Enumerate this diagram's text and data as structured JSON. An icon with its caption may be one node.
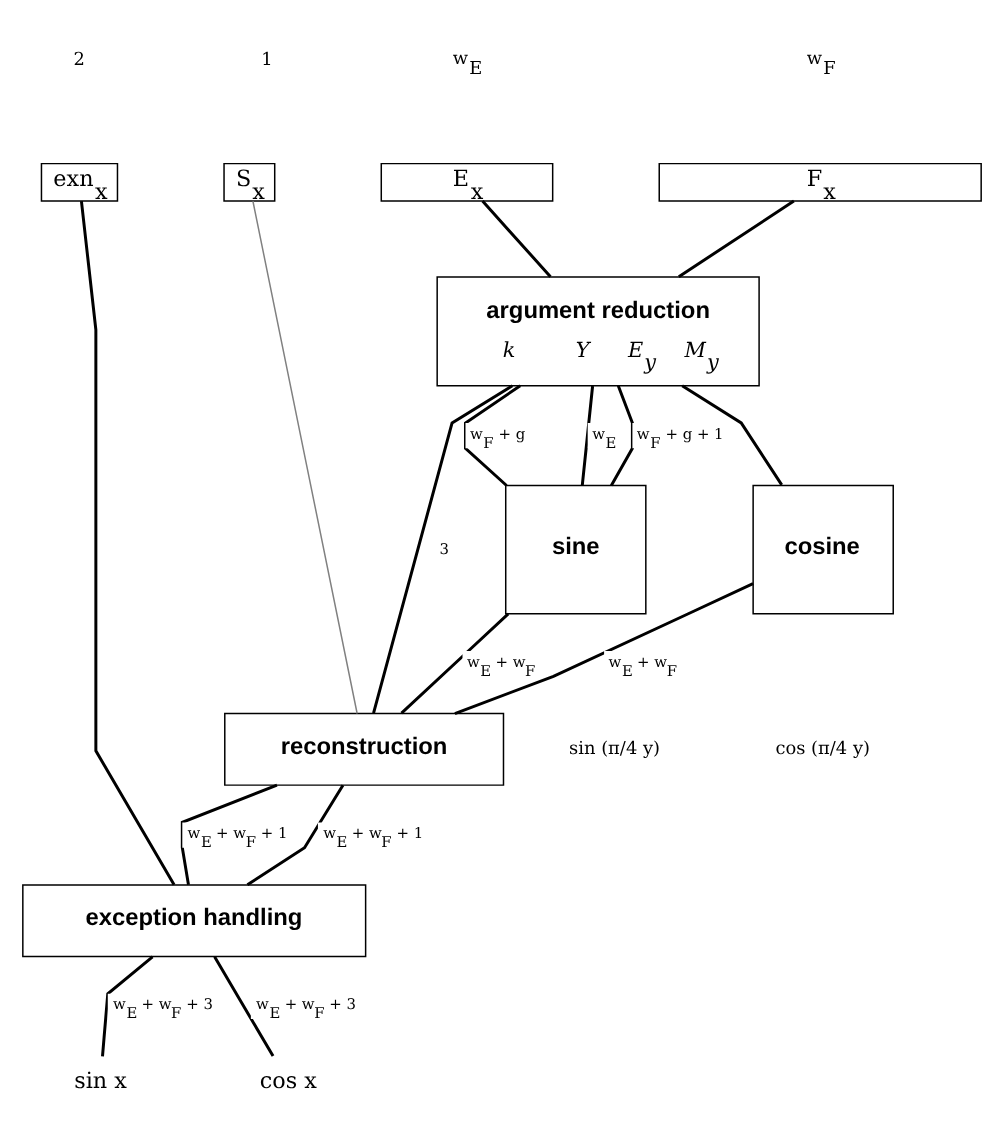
{
  "diagram": {
    "nodes": [
      {
        "text": [
          "exn$_{x}$"
        ]
      },
      {
        "text": [
          "S$_{x}$"
        ]
      },
      {
        "text": [
          "E$_{x}$"
        ]
      },
      {
        "text": [
          "F$_{x}$"
        ]
      },
      {
        "text": [
          "argument reduction",
          "k",
          "Y",
          "E$_{y}$",
          "M$_{y}$"
        ]
      },
      {
        "text": [
          "sine"
        ]
      },
      {
        "text": [
          "cosine"
        ]
      },
      {
        "text": [
          "reconstruction"
        ]
      },
      {
        "text": [
          "exception handling"
        ]
      },
      {
        "text": [
          "sin x"
        ]
      },
      {
        "text": [
          "cos x"
        ]
      }
    ],
    "edges": [
      {
        "from": 2,
        "to": 4,
        "arrow": "none"
      },
      {
        "from": 3,
        "to": 4,
        "arrow": "none"
      },
      {
        "from": 4,
        "to": 7,
        "arrow": "none",
        "label": "3"
      },
      {
        "from": 4,
        "to": 5,
        "arrow": "none",
        "label": "w$_{F}$ + g"
      },
      {
        "from": 4,
        "to": 6,
        "arrow": "none"
      },
      {
        "from": 4,
        "to": 5,
        "arrow": "none",
        "label": "w$_{E}$"
      },
      {
        "from": 4,
        "to": 5,
        "arrow": "none",
        "label": "w$_{F}$ + g + 1"
      },
      {
        "from": 1,
        "to": 7,
        "arrow": "none",
        "color": "#808080"
      },
      {
        "from": 5,
        "to": 7,
        "arrow": "none",
        "label": "w$_{E}$ + w$_{F}$"
      },
      {
        "from": 6,
        "to": 7,
        "arrow": "none",
        "label": "w$_{E}$ + w$_{F}$"
      },
      {
        "from": 0,
        "to": 8,
        "arrow": "none"
      },
      {
        "from": 7,
        "to": 8,
        "arrow": "none",
        "label": "w$_{E}$ + w$_{F}$ + 1"
      },
      {
        "from": 7,
        "to": 8,
        "arrow": "none",
        "label": "w$_{E}$ + w$_{F}$ + 1"
      },
      {
        "from": 8,
        "to": 9,
        "arrow": "none",
        "label": "w$_{E}$ + w$_{F}$ + 3"
      },
      {
        "from": 8,
        "to": 10,
        "arrow": "none",
        "label": "w$_{E}$ + w$_{F}$ + 3"
      }
    ],
    "labels": [
      "2",
      "1",
      "w$_{E}$",
      "w$_{F}$",
      "sin (π/4 y)",
      "cos (π/4 y)"
    ]
  }
}
